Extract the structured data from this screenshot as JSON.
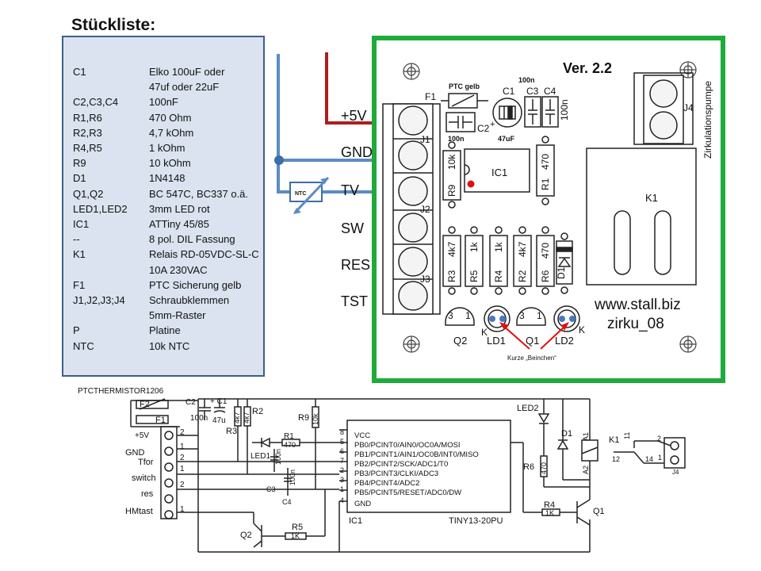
{
  "title": "Stückliste:",
  "bom": [
    {
      "part": "C1",
      "value": "Elko 100uF oder"
    },
    {
      "part": "",
      "value": "47uf oder 22uF"
    },
    {
      "part": "C2,C3,C4",
      "value": "100nF"
    },
    {
      "part": "R1,R6",
      "value": "470 Ohm"
    },
    {
      "part": "R2,R3",
      "value": "4,7  kOhm"
    },
    {
      "part": "R4,R5",
      "value": "1      kOhm"
    },
    {
      "part": "R9",
      "value": "10    kOhm"
    },
    {
      "part": "D1",
      "value": "1N4148"
    },
    {
      "part": "Q1,Q2",
      "value": "BC 547C, BC337  o.ä."
    },
    {
      "part": "LED1,LED2",
      "value": "3mm  LED rot"
    },
    {
      "part": "IC1",
      "value": "ATTiny 45/85"
    },
    {
      "part": "--",
      "value": "8 pol. DIL Fassung"
    },
    {
      "part": "K1",
      "value": "Relais RD-05VDC-SL-C"
    },
    {
      "part": "",
      "value": "10A   230VAC"
    },
    {
      "part": "F1",
      "value": "PTC Sicherung gelb"
    },
    {
      "part": "J1,J2,J3;J4",
      "value": "Schraubklemmen"
    },
    {
      "part": "",
      "value": "5mm-Raster"
    },
    {
      "part": "P",
      "value": "Platine"
    },
    {
      "part": "NTC",
      "value": "10k NTC"
    }
  ],
  "wiring": {
    "labels": [
      "+5V",
      "GND",
      "TV",
      "SW",
      "RES",
      "TST"
    ],
    "ntc_label": "NTC",
    "colors": {
      "red": "#b01c1c",
      "blue": "#5b8cc4",
      "green": "#1faa3c"
    }
  },
  "board": {
    "version": "Ver. 2.2",
    "side_label": "Zirkulationspumpe",
    "ptc_label": "PTC gelb",
    "c_top_value": "100n",
    "c2_value": "100n",
    "c1_value": "47uF",
    "c4_value": "100n",
    "url": "www.stall.biz",
    "product": "zirku_08",
    "annotation": "Kurze „Beinchen“",
    "designators": {
      "F1": "F1",
      "C1": "C1",
      "C2": "C2",
      "C3": "C3",
      "C4": "C4",
      "J1": "J1",
      "J2": "J2",
      "J3": "J3",
      "J4": "J4",
      "IC1": "IC1",
      "K1": "K1",
      "R1": "R1",
      "R2": "R2",
      "R3": "R3",
      "R4": "R4",
      "R5": "R5",
      "R6": "R6",
      "R9": "R9",
      "D1": "D1",
      "Q1": "Q1",
      "Q2": "Q2",
      "LD1": "LD1",
      "LD2": "LD2"
    },
    "values": {
      "r9": "10k",
      "r1": "470",
      "r3": "4k7",
      "r5": "1k",
      "r4": "1k",
      "r2": "4k7",
      "r6": "470"
    },
    "pins": {
      "tr_left": "3",
      "tr_right": "1",
      "led_k": "K"
    }
  },
  "schematic": {
    "ptc_title": "PTCTHERMISTOR1206",
    "f1": "F1",
    "f2": "F2",
    "c2": "C2",
    "c2_value": "100n",
    "c1": "+ C1",
    "c1_value": "47u",
    "r3": "R3",
    "r3_value": "4k7",
    "r2": "R2",
    "r2_value": "4k7",
    "r9": "R9",
    "r9_value": "10k",
    "r1": "R1",
    "r1_value": "470",
    "led1": "LED1",
    "c3": "C3",
    "c3_value": "100n",
    "c4": "C4",
    "c4_value": "100n",
    "r5": "R5",
    "r5_value": "1K",
    "q2": "Q2",
    "led2": "LED2",
    "d1": "D1",
    "k1": "K1",
    "r6": "R6",
    "r6_value": "470",
    "r4": "R4",
    "r4_value": "1K",
    "q1": "Q1",
    "j4": "J4",
    "ic1": "IC1",
    "ic_part": "TINY13-20PU",
    "ic_pins": [
      "VCC",
      "PB0/PCINT0/AIN0/OC0A/MOSI",
      "PB1/PCINT1/AIN1/OC0B/INT0/MISO",
      "PB2/PCINT2/SCK/ADC1/T0",
      "PB3/PCINT3/CLKI/ADC3",
      "PB4/PCINT4/ADC2",
      "PB5/PCINT5/RESET/ADC0/DW",
      "GND"
    ],
    "ic_pin_numbers": [
      "8",
      "5",
      "6",
      "7",
      "2",
      "3",
      "1",
      "4"
    ],
    "connector_labels": [
      "+5V",
      "GND",
      "Tfor",
      "switch",
      "res",
      "HMtast"
    ],
    "connector_pins": [
      "2",
      "1",
      "2",
      "1",
      "2",
      "1"
    ],
    "relay_pins": {
      "p11": "11",
      "p12": "12",
      "p14": "14",
      "a1": "A1",
      "a2": "A2"
    },
    "j4_pins": [
      "2",
      "1"
    ]
  }
}
